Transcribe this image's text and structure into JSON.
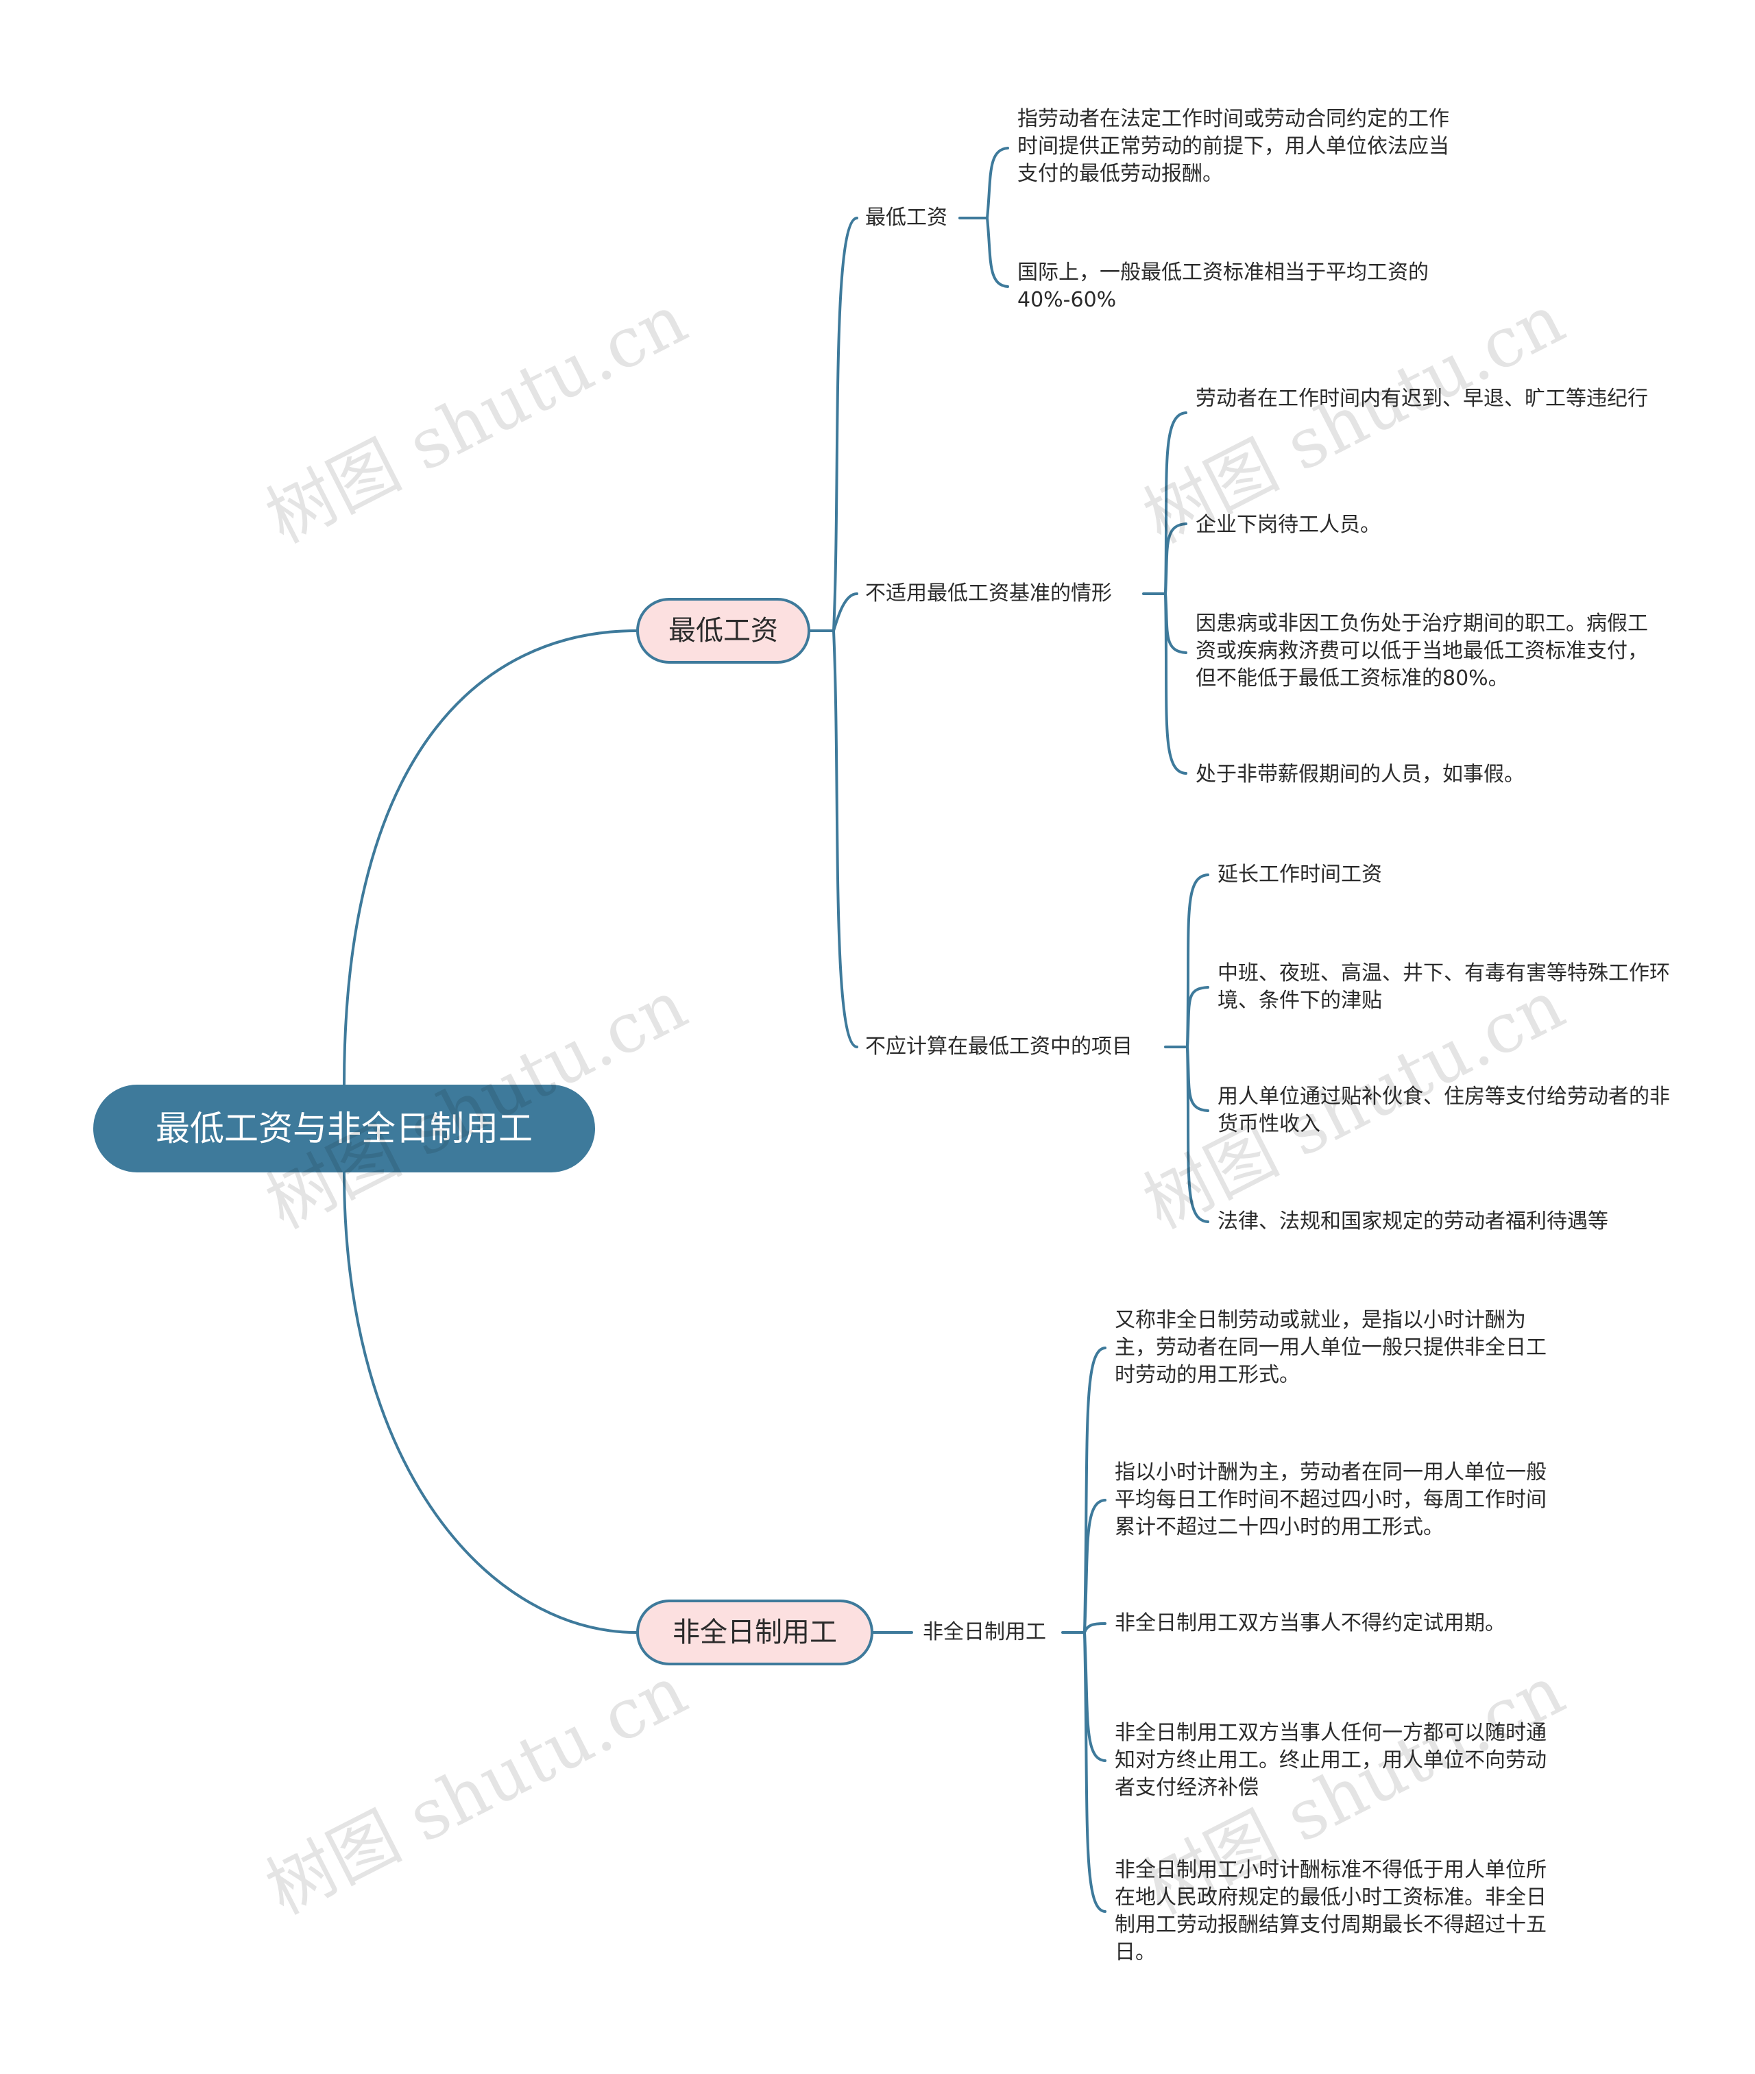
{
  "root": {
    "label": "最低工资与非全日制用工"
  },
  "branches": [
    {
      "label": "最低工资",
      "children": [
        {
          "label": "最低工资",
          "leaves": [
            "指劳动者在法定工作时间或劳动合同约定的工作时间提供正常劳动的前提下，用人单位依法应当支付的最低劳动报酬。",
            "国际上，一般最低工资标准相当于平均工资的 40%-60%"
          ]
        },
        {
          "label": "不适用最低工资基准的情形",
          "leaves": [
            "劳动者在工作时间内有迟到、早退、旷工等违纪行",
            "企业下岗待工人员。",
            "因患病或非因工负伤处于治疗期间的职工。病假工资或疾病救济费可以低于当地最低工资标准支付，但不能低于最低工资标准的80%。",
            "处于非带薪假期间的人员，如事假。"
          ]
        },
        {
          "label": "不应计算在最低工资中的项目",
          "leaves": [
            "延长工作时间工资",
            "中班、夜班、高温、井下、有毒有害等特殊工作环境、条件下的津贴",
            "用人单位通过贴补伙食、住房等支付给劳动者的非货币性收入",
            "法律、法规和国家规定的劳动者福利待遇等"
          ]
        }
      ]
    },
    {
      "label": "非全日制用工",
      "children": [
        {
          "label": "非全日制用工",
          "leaves": [
            "又称非全日制劳动或就业，是指以小时计酬为主，劳动者在同一用人单位一般只提供非全日工时劳动的用工形式。",
            "指以小时计酬为主，劳动者在同一用人单位一般平均每日工作时间不超过四小时，每周工作时间累计不超过二十四小时的用工形式。",
            "非全日制用工双方当事人不得约定试用期。",
            "非全日制用工双方当事人任何一方都可以随时通知对方终止用工。终止用工，用人单位不向劳动者支付经济补偿",
            "非全日制用工小时计酬标准不得低于用人单位所在地人民政府规定的最低小时工资标准。非全日制用工劳动报酬结算支付周期最长不得超过十五日。"
          ]
        }
      ]
    }
  ],
  "watermark": "树图 shutu.cn",
  "colors": {
    "line": "#3e7a9b",
    "root_fill": "#3e7a9b",
    "branch_fill": "#fce0e0"
  }
}
